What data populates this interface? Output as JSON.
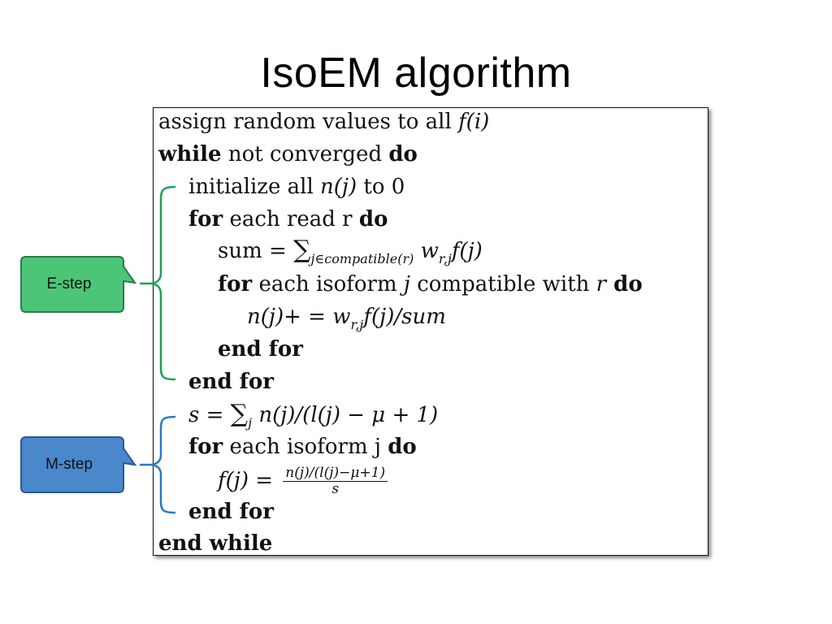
{
  "slide": {
    "title": "IsoEM algorithm"
  },
  "algorithm": {
    "l1": {
      "a": "assign random values to all ",
      "b": "f(i)"
    },
    "l2": {
      "kw1": "while",
      "t": " not converged ",
      "kw2": "do"
    },
    "l3": {
      "a": "initialize all ",
      "b": "n(j)",
      "c": " to 0"
    },
    "l4": {
      "kw1": "for",
      "t": " each read r ",
      "kw2": "do"
    },
    "l5": {
      "a": "sum = ",
      "sigma": "∑",
      "sub": "j∈compatible(r)",
      "b": " w",
      "bsub": "r,j",
      "c": "f(j)"
    },
    "l6": {
      "kw1": "for",
      "t1": " each isoform ",
      "j": "j",
      "t2": " compatible with ",
      "r": "r",
      "kw2": " do"
    },
    "l7": {
      "a": "n(j)+ = w",
      "asub": "r,j",
      "b": "f(j)/sum"
    },
    "l8": {
      "kw": "end for"
    },
    "l9": {
      "kw": "end for"
    },
    "l10": {
      "a": "s = ",
      "sigma": "∑",
      "sub": "j",
      "b": " n(j)/(l(j) − μ + 1)"
    },
    "l11": {
      "kw1": "for",
      "t": " each isoform j ",
      "kw2": "do"
    },
    "l12": {
      "a": "f(j) = ",
      "num": "n(j)/(l(j)−μ+1)",
      "den": "s"
    },
    "l13": {
      "kw": "end for"
    },
    "l14": {
      "kw": "end while"
    }
  },
  "callouts": {
    "e_step": {
      "label": "E-step",
      "fill": "#4dc579",
      "stroke": "#2c7a49",
      "bracket": "#1fa25a"
    },
    "m_step": {
      "label": "M-step",
      "fill": "#4a88cc",
      "stroke": "#2b5a8e",
      "bracket": "#2b78c2"
    }
  }
}
